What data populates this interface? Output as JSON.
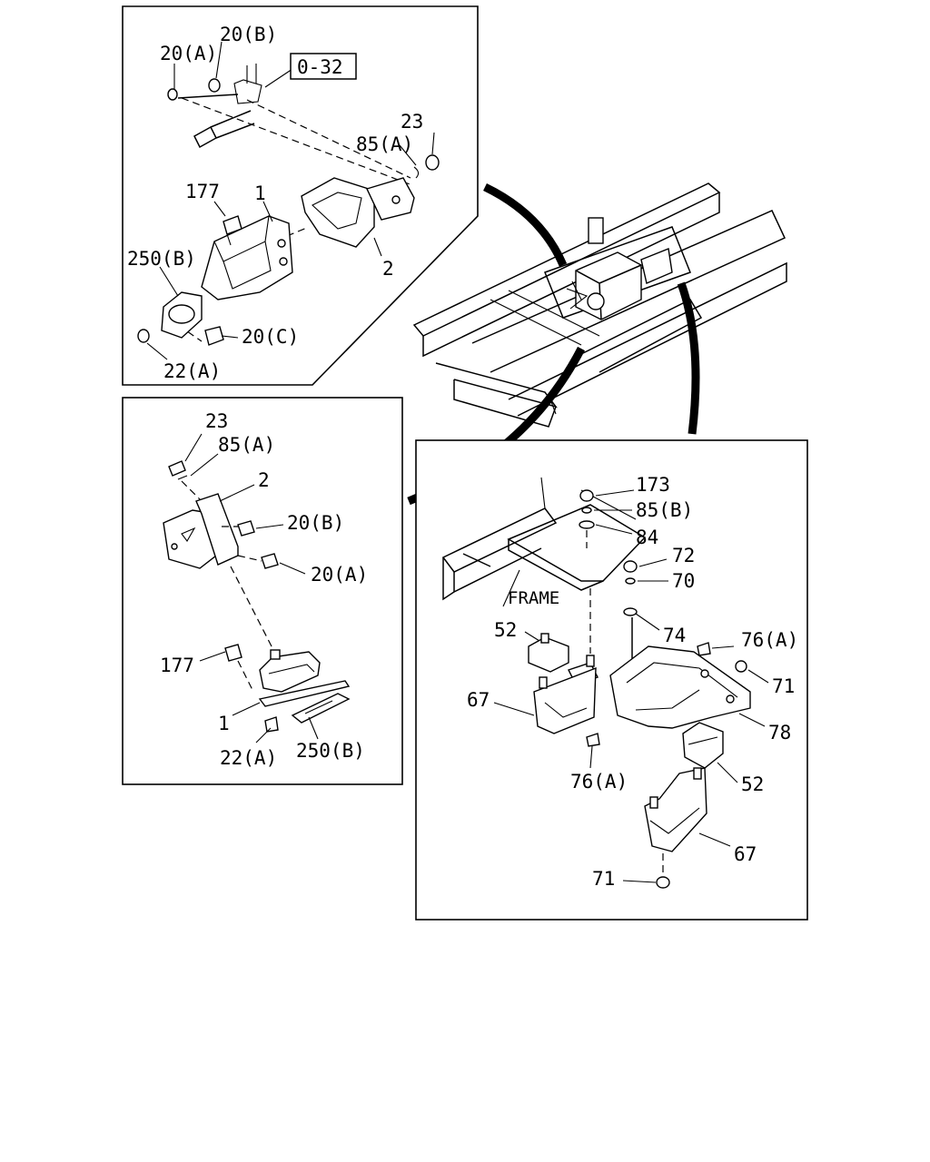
{
  "ref_box": "0-32",
  "panel_tl": {
    "labels": {
      "b20": "20(B)",
      "a20": "20(A)",
      "n23": "23",
      "a85": "85(A)",
      "n177": "177",
      "n1": "1",
      "n2": "2",
      "b250": "250(B)",
      "c20": "20(C)",
      "a22": "22(A)"
    }
  },
  "panel_ml": {
    "labels": {
      "n23": "23",
      "a85": "85(A)",
      "n2": "2",
      "b20": "20(B)",
      "a20": "20(A)",
      "n177": "177",
      "n1": "1",
      "a22": "22(A)",
      "b250": "250(B)"
    }
  },
  "panel_br": {
    "labels": {
      "n173": "173",
      "b85": "85(B)",
      "n84": "84",
      "n72": "72",
      "n70": "70",
      "frame": "FRAME",
      "n52a": "52",
      "n74": "74",
      "a76a": "76(A)",
      "n71a": "71",
      "n67a": "67",
      "n78": "78",
      "a76b": "76(A)",
      "n52b": "52",
      "n67b": "67",
      "n71b": "71"
    }
  }
}
